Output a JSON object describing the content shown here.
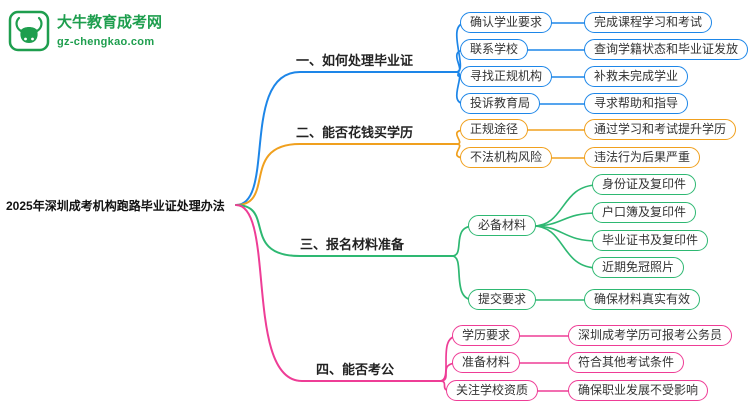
{
  "logo": {
    "site_name": "大牛教育成考网",
    "site_url": "gz-chengkao.com",
    "brand_color": "#1e9e4e"
  },
  "mindmap": {
    "root": "2025年深圳成考机构跑路毕业证处理办法",
    "branches": [
      {
        "label": "一、如何处理毕业证",
        "color": "#1d86e8",
        "children": [
          {
            "label": "确认学业要求",
            "detail": "完成课程学习和考试"
          },
          {
            "label": "联系学校",
            "detail": "查询学籍状态和毕业证发放"
          },
          {
            "label": "寻找正规机构",
            "detail": "补救未完成学业"
          },
          {
            "label": "投诉教育局",
            "detail": "寻求帮助和指导"
          }
        ]
      },
      {
        "label": "二、能否花钱买学历",
        "color": "#f0a01e",
        "children": [
          {
            "label": "正规途径",
            "detail": "通过学习和考试提升学历"
          },
          {
            "label": "不法机构风险",
            "detail": "违法行为后果严重"
          }
        ]
      },
      {
        "label": "三、报名材料准备",
        "color": "#2eb872",
        "children": [
          {
            "label": "必备材料",
            "details": [
              "身份证及复印件",
              "户口簿及复印件",
              "毕业证书及复印件",
              "近期免冠照片"
            ]
          },
          {
            "label": "提交要求",
            "detail": "确保材料真实有效"
          }
        ]
      },
      {
        "label": "四、能否考公",
        "color": "#ee3d96",
        "children": [
          {
            "label": "学历要求",
            "detail": "深圳成考学历可报考公务员"
          },
          {
            "label": "准备材料",
            "detail": "符合其他考试条件"
          },
          {
            "label": "关注学校资质",
            "detail": "确保职业发展不受影响"
          }
        ]
      }
    ]
  }
}
